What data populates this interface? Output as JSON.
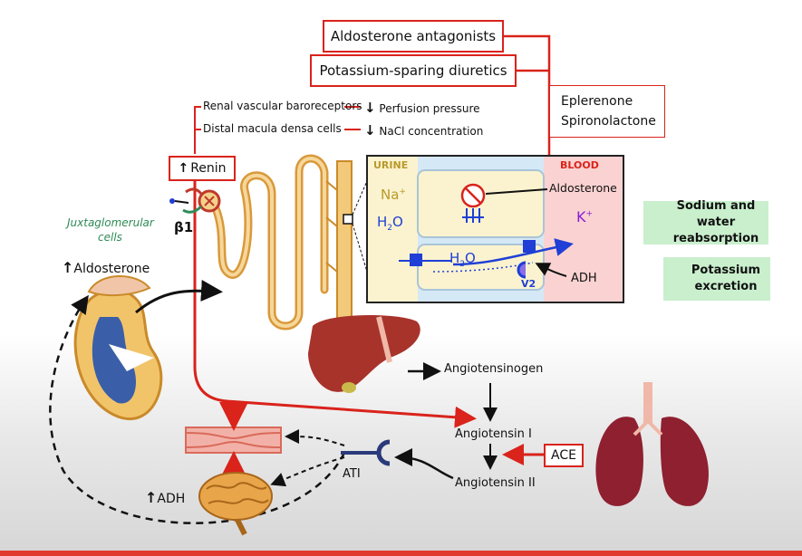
{
  "boxes": {
    "aldosterone_antagonists": "Aldosterone antagonists",
    "potassium_sparing": "Potassium-sparing diuretics",
    "drugs_line1": "Eplerenone",
    "drugs_line2": "Spironolactone",
    "renin": "Renin",
    "ace": "ACE"
  },
  "triggers": {
    "baroreceptors": "Renal vascular baroreceptors",
    "perfusion": "Perfusion pressure",
    "macula_densa": "Distal macula densa cells",
    "nacl": "NaCl concentration"
  },
  "kidney_labels": {
    "juxtaglomerular": "Juxtaglomerular",
    "cells": "cells",
    "beta1": "β1",
    "aldosterone_up": "Aldosterone"
  },
  "tubule": {
    "urine": "URINE",
    "blood": "BLOOD",
    "na": "Na",
    "na_sup": "+",
    "h2o": "H",
    "h2o_sub": "2",
    "h2o_o": "O",
    "k": "K",
    "k_sup": "+",
    "aldosterone": "Aldosterone",
    "v2": "V2",
    "adh": "ADH"
  },
  "effects": {
    "sodium_line1": "Sodium and water",
    "sodium_line2": "reabsorption",
    "potassium_line1": "Potassium",
    "potassium_line2": "excretion"
  },
  "pathway": {
    "angiotensinogen": "Angiotensinogen",
    "angiotensin1": "Angiotensin I",
    "angiotensin2": "Angiotensin II",
    "at1": "ATI",
    "adh_up": "ADH"
  },
  "colors": {
    "red": "#d9231b",
    "green_bg": "#c9efcd",
    "green_arrow": "#2e8b2e",
    "blue": "#1f3fd6",
    "purple": "#8a1ed6",
    "tan": "#e8b860",
    "urine_bg": "#fbf3cf",
    "blood_bg": "#fbd2d2",
    "liver": "#a8332b",
    "lung": "#8f2030",
    "brain": "#d88a2c"
  }
}
